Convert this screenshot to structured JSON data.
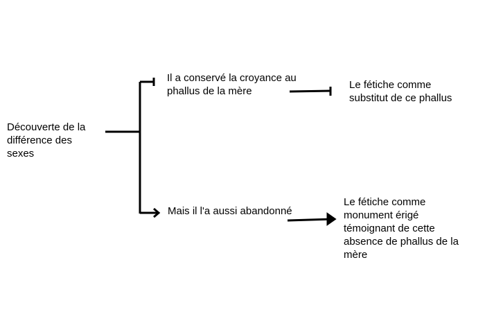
{
  "root": {
    "lines": [
      "Découverte de la",
      "différence des",
      "sexes"
    ]
  },
  "branch_top": {
    "lines": [
      "Il a conservé la croyance au",
      "phallus de la mère"
    ]
  },
  "branch_bottom": {
    "lines": [
      "Mais il l'a aussi abandonné"
    ]
  },
  "result_top": {
    "lines": [
      "Le fétiche comme",
      "substitut de ce phallus"
    ]
  },
  "result_bottom": {
    "lines": [
      "Le fétiche comme",
      "monument érigé",
      "témoignant de cette",
      "absence de phallus de la",
      "mère"
    ]
  }
}
